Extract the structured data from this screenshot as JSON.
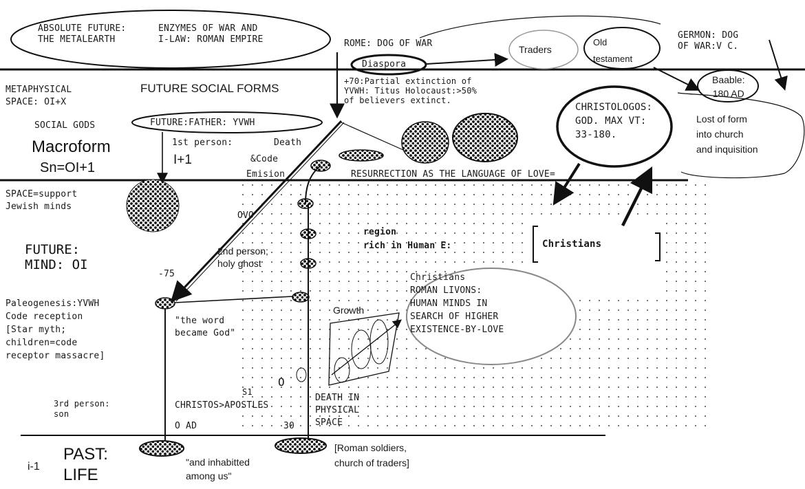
{
  "top": {
    "absolute_future": "ABSOLUTE FUTURE:\nTHE METALEARTH",
    "enzymes": "ENZYMES OF WAR AND\nI-LAW: ROMAN EMPIRE",
    "rome": "ROME: DOG OF WAR",
    "diaspora": "Diaspora",
    "traders": "Traders",
    "old_testament": "Old\ntestament",
    "german": "GERMON: DOG\nOF WAR:V C.",
    "bable": "Baable:\n180 AD",
    "lost_form": "Lost of form\ninto church\nand inquisition"
  },
  "metaphysical": {
    "label": "METAPHYSICAL\nSPACE: OI+X",
    "future_social_forms": "FUTURE SOCIAL FORMS",
    "extinction_note": "+70:Partial extinction of\nYVWH: Titus Holocaust:>50%\nof believers extinct.",
    "christologos": "CHRISTOLOGOS:\nGOD. MAX VT:\n33-180.",
    "social_gods": "SOCIAL GODS",
    "future_father": "FUTURE:FATHER: YVWH",
    "macroform": "Macroform",
    "sn": "Sn=OI+1",
    "first_person": "1st person:",
    "death": "Death",
    "i_plus_one": "I+1",
    "code": "&Code",
    "emision": "Emision",
    "resurrection": "RESURRECTION AS THE LANGUAGE OF LOVE="
  },
  "space": {
    "support": "SPACE=support\nJewish minds",
    "ovo": "OVO",
    "region": "region\nrich in Human E:",
    "christians_box": "Christians",
    "future_mind": "FUTURE:\nMIND: OI",
    "second_person": "2nd person;\nholy ghost",
    "minus75": "-75",
    "christians_ellipse": "Christians\nROMAN LIVONS:\nHUMAN MINDS IN\nSEARCH OF HIGHER\nEXISTENCE-BY-LOVE",
    "growth": "Growth",
    "paleogenesis": "Paleogenesis:YVWH\nCode reception\n[Star myth;\nchildren=code\nreceptor massacre]",
    "word_became": "\"the word\nbecame God\"",
    "third_person": "3rd person:\nson",
    "s1": "S1",
    "zero": "O",
    "christos": "CHRISTOS>APOSTLES",
    "death_physical": "DEATH IN\nPHYSICAL\nSPACE",
    "o_ad": "O AD",
    "thirty": "30"
  },
  "past": {
    "i_minus_one": "i-1",
    "past_life": "PAST:\nLIFE",
    "inhabited": "\"and inhabitted\namong us\"",
    "roman_soldiers": "[Roman soldiers,\nchurch of traders]"
  }
}
